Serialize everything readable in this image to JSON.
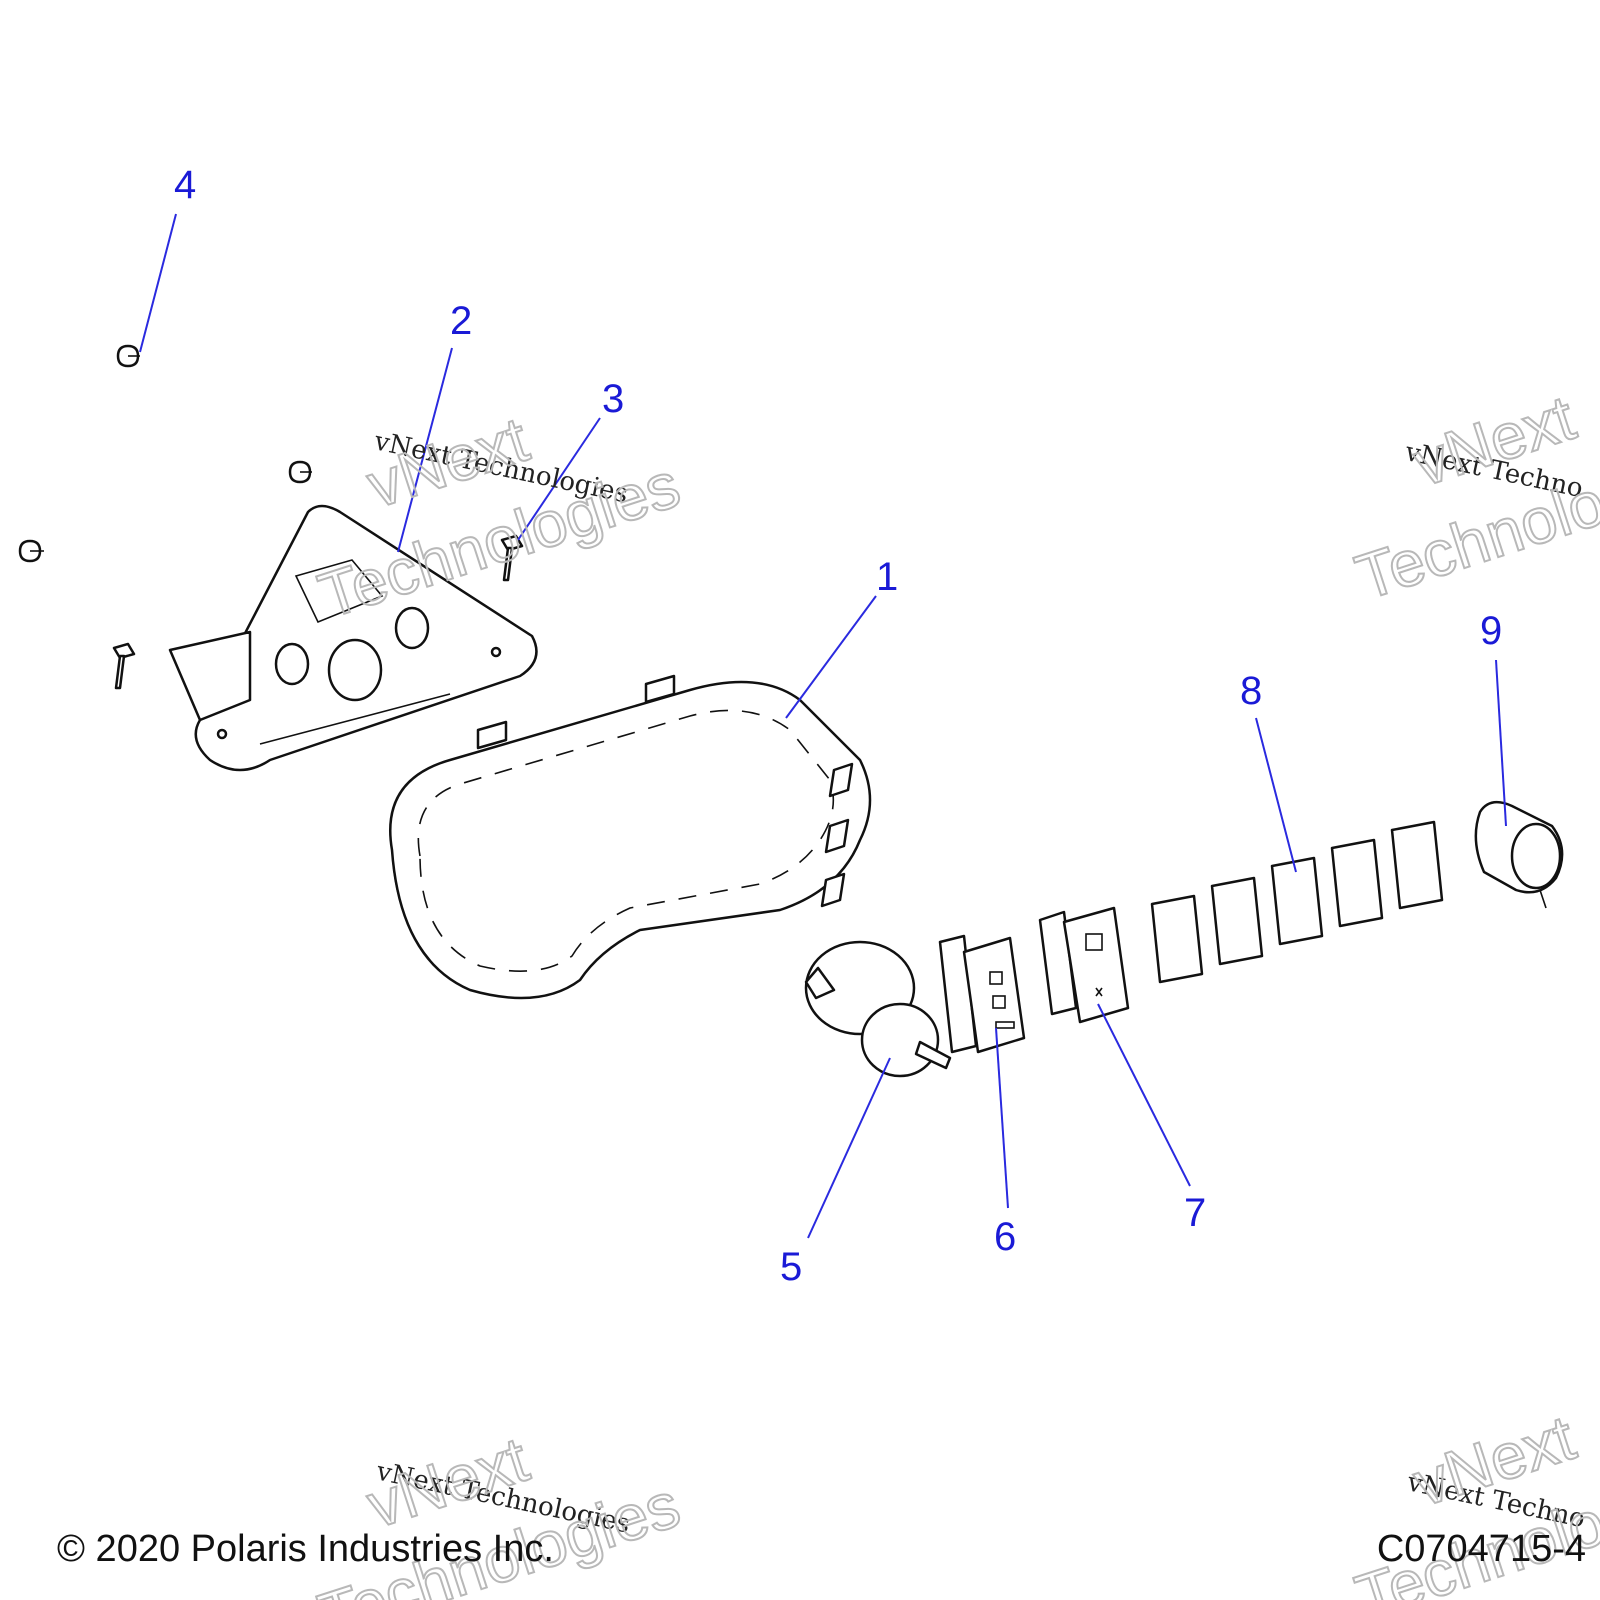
{
  "diagram": {
    "callouts": [
      "1",
      "2",
      "3",
      "4",
      "5",
      "6",
      "7",
      "8",
      "9"
    ],
    "watermark": {
      "line_small": "vNext Technologies",
      "big_word_1": "vNext",
      "big_word_2": "Technologies",
      "big_partial_1": "vNext",
      "big_partial_2": "Technolo",
      "small_partial": "vNext Techno"
    },
    "footer": {
      "copyright": "© 2020 Polaris Industries Inc.",
      "drawing_id": "C0704715-4"
    },
    "colors": {
      "callout": "#1a1ad6",
      "line": "#111111",
      "watermark": "#b8b8b8"
    }
  }
}
